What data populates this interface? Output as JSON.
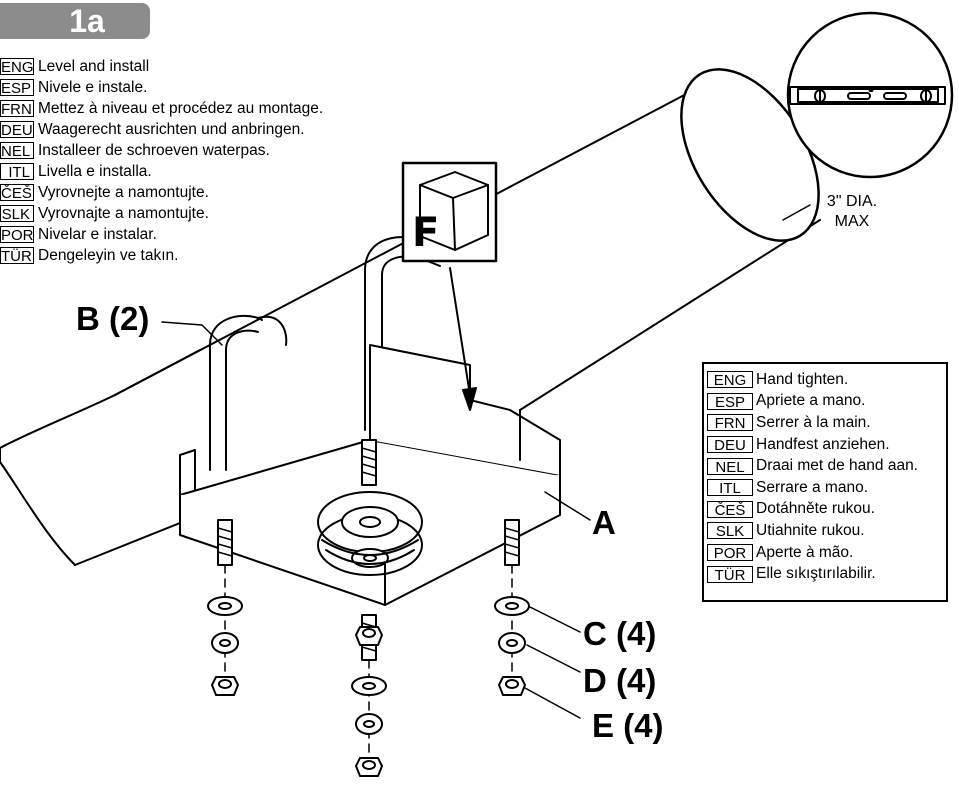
{
  "step": "1a",
  "instructions_install": [
    {
      "code": "ENG",
      "text": "Level and install"
    },
    {
      "code": "ESP",
      "text": "Nivele e instale."
    },
    {
      "code": "FRN",
      "text": "Mettez à niveau et procédez au montage."
    },
    {
      "code": "DEU",
      "text": "Waagerecht ausrichten und anbringen."
    },
    {
      "code": "NEL",
      "text": "Installeer de schroeven waterpas."
    },
    {
      "code": "ITL",
      "text": "Livella e installa."
    },
    {
      "code": "ČEŠ",
      "text": "Vyrovnejte a namontujte."
    },
    {
      "code": "SLK",
      "text": "Vyrovnajte a namontujte."
    },
    {
      "code": "POR",
      "text": "Nivelar e instalar."
    },
    {
      "code": "TÜR",
      "text": "Dengeleyin ve takın."
    }
  ],
  "instructions_tighten": [
    {
      "code": "ENG",
      "text": "Hand tighten."
    },
    {
      "code": "ESP",
      "text": "Apriete a mano."
    },
    {
      "code": "FRN",
      "text": "Serrer à la main."
    },
    {
      "code": "DEU",
      "text": "Handfest anziehen."
    },
    {
      "code": "NEL",
      "text": "Draai met de hand aan."
    },
    {
      "code": "ITL",
      "text": "Serrare a mano."
    },
    {
      "code": "ČEŠ",
      "text": "Dotáhněte rukou."
    },
    {
      "code": "SLK",
      "text": "Utiahnite rukou."
    },
    {
      "code": "POR",
      "text": "Aperte à mão."
    },
    {
      "code": "TÜR",
      "text": "Elle sıkıştırılabilir."
    }
  ],
  "callouts": {
    "a": "A",
    "b": "B (2)",
    "c": "C (4)",
    "d": "D (4)",
    "e": "E (4)",
    "f": "F"
  },
  "pipe_diameter": {
    "line1": "3\" DIA.",
    "line2": "MAX"
  }
}
